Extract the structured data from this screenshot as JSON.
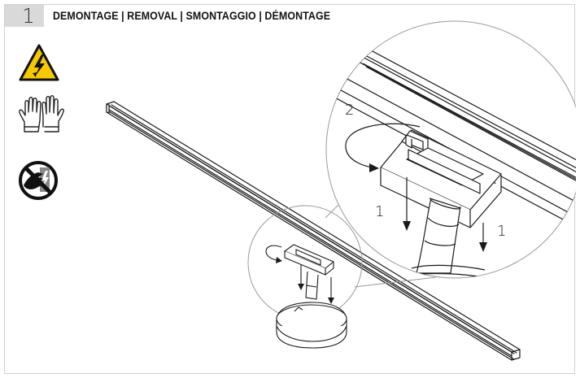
{
  "step": {
    "number": "1"
  },
  "title": "DEMONTAGE | REMOVAL | SMONTAGGIO | DÉMONTAGE",
  "icons": [
    "high-voltage-warning-icon",
    "protective-gloves-icon",
    "do-not-touch-live-parts-icon"
  ],
  "callouts": {
    "rotate_step": "2",
    "pull_step_left": "1",
    "pull_step_right": "1"
  },
  "colors": {
    "warning_yellow": "#f5c800",
    "step_box_gray": "#d9d9d9",
    "line_art": "#1a1a1a"
  }
}
